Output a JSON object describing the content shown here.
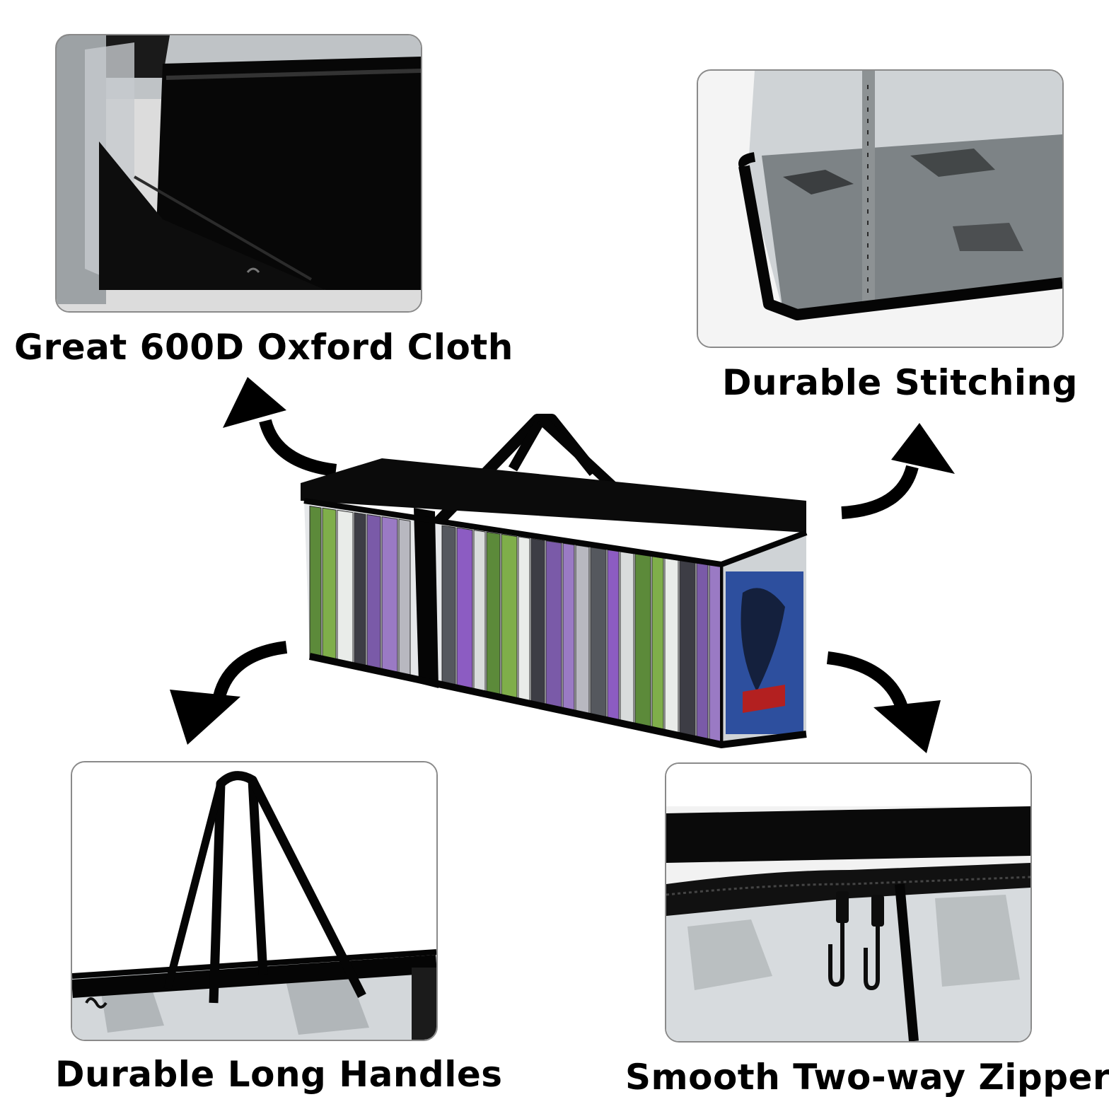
{
  "features": {
    "top_left": {
      "label": "Great 600D Oxford Cloth",
      "icon": "oxford-cloth-closeup"
    },
    "top_right": {
      "label": "Durable Stitching",
      "icon": "stitching-closeup"
    },
    "bottom_left": {
      "label": "Durable Long Handles",
      "icon": "handles-closeup"
    },
    "bottom_right": {
      "label": "Smooth Two-way Zipper",
      "icon": "zipper-closeup"
    }
  },
  "product": {
    "icon": "dvd-storage-bag"
  },
  "colors": {
    "bag_black": "#0a0a0a",
    "panel_border": "#8a8a8a",
    "clear_vinyl": "#d9dde0"
  }
}
